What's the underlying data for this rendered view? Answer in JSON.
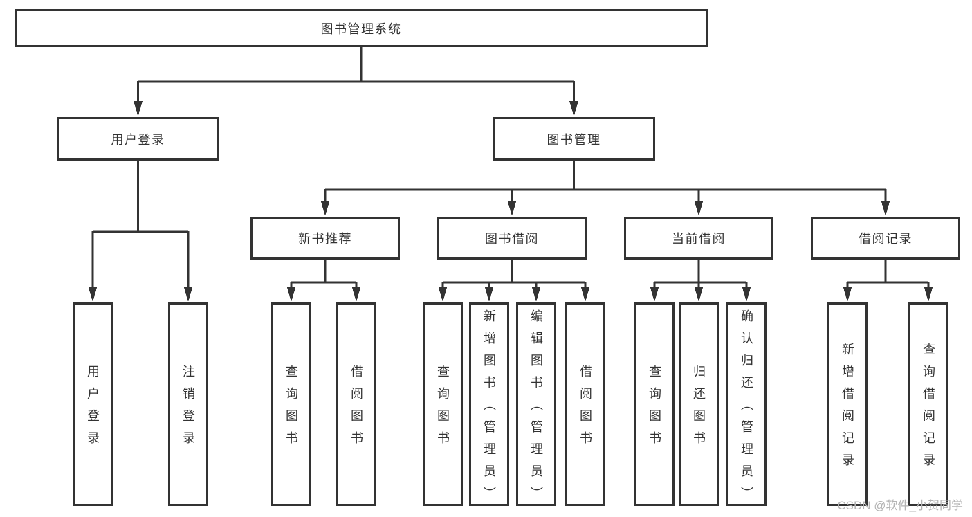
{
  "colors": {
    "line": "#333333",
    "border": "#333333",
    "fill": "#ffffff",
    "text": "#333333",
    "watermark": "#b4b4b4",
    "background": "#ffffff"
  },
  "watermark": {
    "text": "CSDN @软件_小贺同学"
  },
  "tree": {
    "label": "图书管理系统",
    "children": [
      {
        "label": "用户登录",
        "children": [
          {
            "label": "用户登录"
          },
          {
            "label": "注销登录"
          }
        ]
      },
      {
        "label": "图书管理",
        "children": [
          {
            "label": "新书推荐",
            "children": [
              {
                "label": "查询图书"
              },
              {
                "label": "借阅图书"
              }
            ]
          },
          {
            "label": "图书借阅",
            "children": [
              {
                "label": "查询图书"
              },
              {
                "label": "新增图书（管理员）"
              },
              {
                "label": "编辑图书（管理员）"
              },
              {
                "label": "借阅图书"
              }
            ]
          },
          {
            "label": "当前借阅",
            "children": [
              {
                "label": "查询图书"
              },
              {
                "label": "归还图书"
              },
              {
                "label": "确认归还（管理员）"
              }
            ]
          },
          {
            "label": "借阅记录",
            "children": [
              {
                "label": "新增借阅记录"
              },
              {
                "label": "查询借阅记录"
              }
            ]
          }
        ]
      }
    ]
  }
}
